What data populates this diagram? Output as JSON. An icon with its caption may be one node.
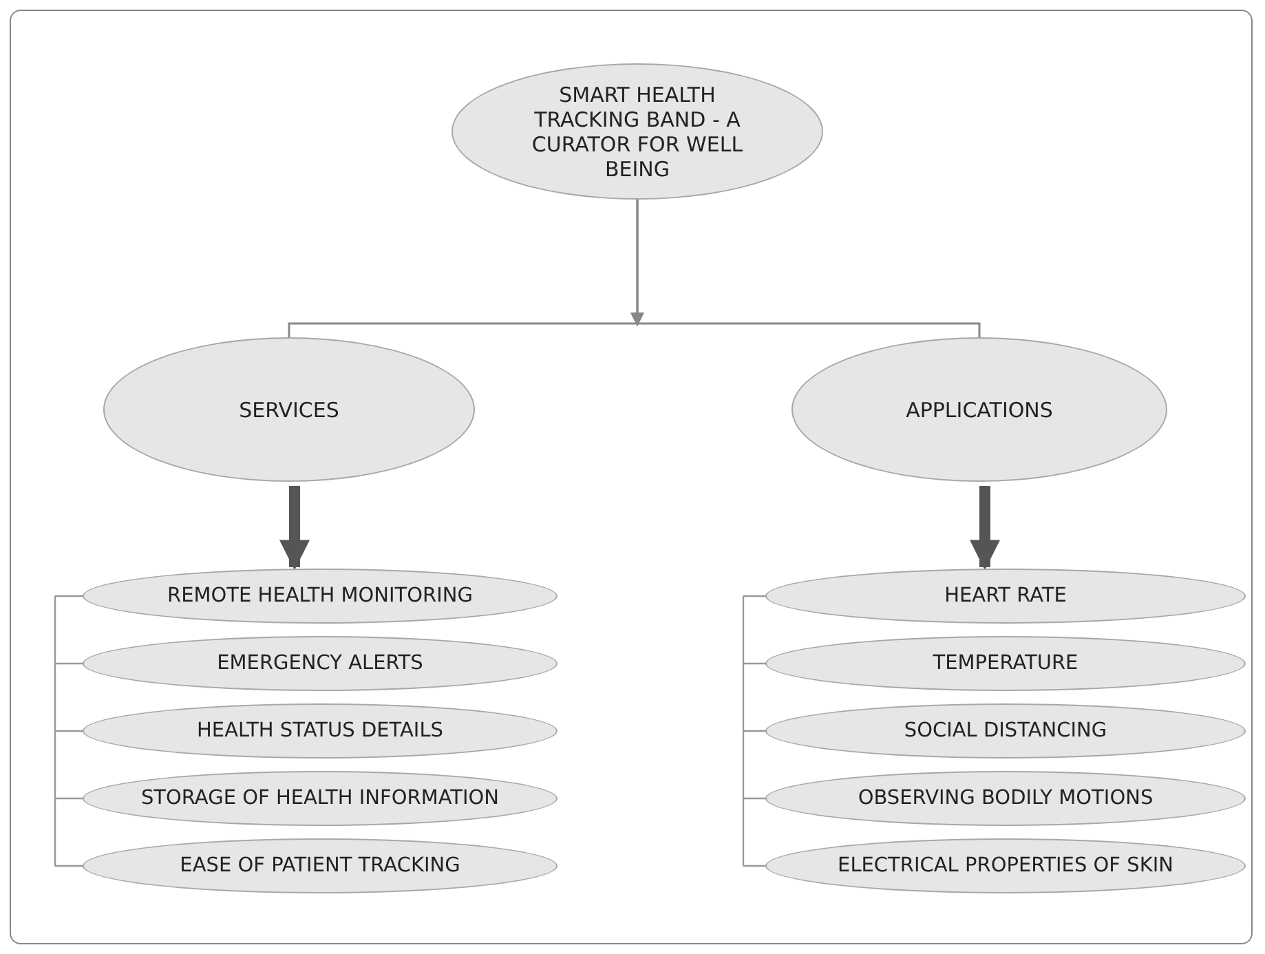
{
  "diagram": {
    "nodes": [
      {
        "text": [
          "SMART HEALTH TRACKING BAND - A CURATOR FOR WELL BEING"
        ]
      },
      {
        "text": [
          "SERVICES"
        ]
      },
      {
        "text": [
          "APPLICATIONS"
        ]
      },
      {
        "text": [
          "REMOTE HEALTH MONITORING"
        ]
      },
      {
        "text": [
          "EMERGENCY ALERTS"
        ]
      },
      {
        "text": [
          "HEALTH STATUS DETAILS"
        ]
      },
      {
        "text": [
          "STORAGE OF HEALTH INFORMATION"
        ]
      },
      {
        "text": [
          "EASE OF PATIENT TRACKING"
        ]
      },
      {
        "text": [
          "HEART RATE"
        ]
      },
      {
        "text": [
          "TEMPERATURE"
        ]
      },
      {
        "text": [
          "SOCIAL DISTANCING"
        ]
      },
      {
        "text": [
          "OBSERVING BODILY MOTIONS"
        ]
      },
      {
        "text": [
          "ELECTRICAL PROPERTIES OF SKIN"
        ]
      }
    ],
    "edges": [
      {
        "from": 0,
        "to": 1,
        "arrow": "to"
      },
      {
        "from": 0,
        "to": 2,
        "arrow": "to"
      },
      {
        "from": 1,
        "to": 3,
        "arrow": "to",
        "style": "thick",
        "color": "#555555"
      },
      {
        "from": 2,
        "to": 8,
        "arrow": "to",
        "style": "thick",
        "color": "#555555"
      }
    ]
  }
}
